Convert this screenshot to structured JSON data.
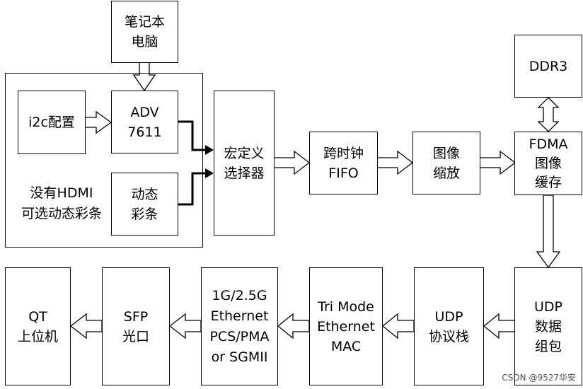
{
  "blocks": {
    "laptop": [
      "笔记本",
      "电脑"
    ],
    "i2c": [
      "i2c配置"
    ],
    "adv7611": [
      "ADV",
      "7611"
    ],
    "dynamic_color_bar": [
      "动态",
      "彩条"
    ],
    "macro_selector": [
      "宏定义",
      "选择器"
    ],
    "cdc_fifo": [
      "跨时钟",
      "FIFO"
    ],
    "image_scaling": [
      "图像",
      "缩放"
    ],
    "ddr3": [
      "DDR3"
    ],
    "fdma_buffer": [
      "FDMA",
      "图像",
      "缓存"
    ],
    "udp_pack": [
      "UDP",
      "数据",
      "组包"
    ],
    "udp_stack": [
      "UDP",
      "协议栈"
    ],
    "tri_mode_mac": [
      "Tri Mode",
      "Ethernet",
      "MAC"
    ],
    "pcs_pma": [
      "1G/2.5G",
      "Ethernet",
      "PCS/PMA",
      "or SGMII"
    ],
    "sfp": [
      "SFP",
      "光口"
    ],
    "qt_host": [
      "QT",
      "上位机"
    ]
  },
  "group_note": [
    "没有HDMI",
    "可选动态彩条"
  ],
  "watermark": "CSDN @9527华安"
}
